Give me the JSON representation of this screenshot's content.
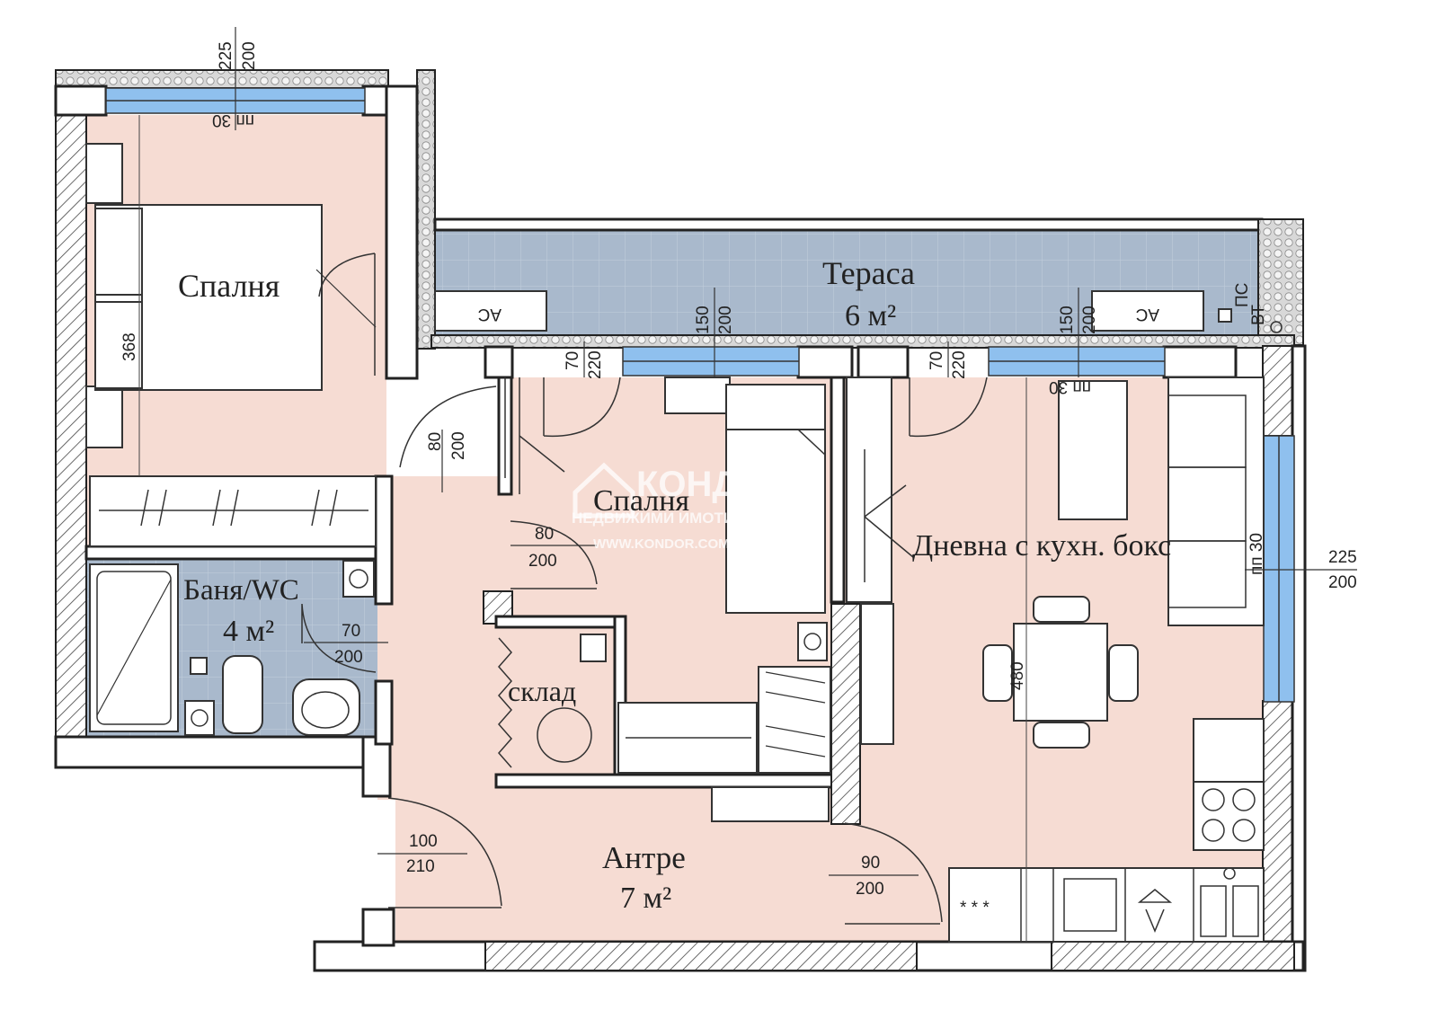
{
  "rooms": {
    "bedroom1": {
      "name": "Спалня"
    },
    "bedroom2": {
      "name": "Спалня"
    },
    "terrace": {
      "name": "Тераса",
      "area": "6 м²"
    },
    "living": {
      "name": "Дневна с кухн. бокс"
    },
    "bathroom": {
      "name": "Баня/WC",
      "area": "4 м²"
    },
    "storage": {
      "name": "склад"
    },
    "hall": {
      "name": "Антре",
      "area": "7 м²"
    }
  },
  "dimensions": {
    "top_window_w": "225",
    "top_window_h": "200",
    "top_sill": "пп 30",
    "bed_length": "368",
    "table_length": "480",
    "terrace_win1_w": "150",
    "terrace_win1_h": "200",
    "terrace_win2_w": "150",
    "terrace_win2_h": "200",
    "balcony_door1_w": "70",
    "balcony_door1_h": "220",
    "balcony_door2_w": "70",
    "balcony_door2_h": "220",
    "right_sill": "пп 30",
    "bedroom1_door_w": "80",
    "bedroom1_door_h": "200",
    "bedroom2_door_w": "80",
    "bedroom2_door_h": "200",
    "bath_door_w": "70",
    "bath_door_h": "200",
    "living_window_sill": "пп 30",
    "living_window_w": "225",
    "living_window_h": "200",
    "entry_door_w": "100",
    "entry_door_h": "210",
    "living_door_w": "90",
    "living_door_h": "200"
  },
  "labels": {
    "ac1": "AC",
    "ac2": "AC",
    "ps": "ПС",
    "vt": "ВТ",
    "hob": "* * *"
  },
  "watermark": {
    "brand": "КОНДОР",
    "subtitle": "НЕДВИЖИМИ ИМОТИ",
    "url": "WWW.KONDOR.COM"
  },
  "colors": {
    "floor_pink": "#f6dcd3",
    "tile_blue": "#a9b9cc",
    "glass": "#8fc0ee"
  }
}
